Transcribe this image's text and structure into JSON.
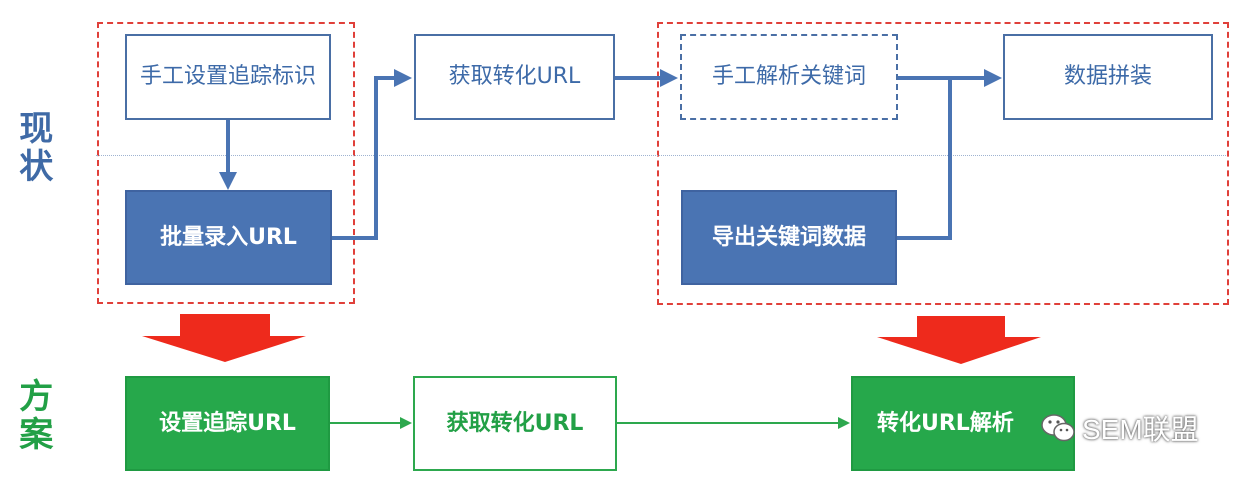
{
  "side_labels": {
    "current": "现状",
    "solution": "方案"
  },
  "current_row": {
    "manual_tracking": "手工设置追踪标识",
    "batch_import": "批量录入URL",
    "get_conversion_url": "获取转化URL",
    "manual_parse_keywords": "手工解析关键词",
    "data_assembly": "数据拼装",
    "export_keyword_data": "导出关键词数据"
  },
  "solution_row": {
    "set_tracking_url": "设置追踪URL",
    "get_conversion_url": "获取转化URL",
    "conversion_url_parse": "转化URL解析"
  },
  "watermark": {
    "text": "SEM联盟",
    "icon": "wechat-icon"
  },
  "colors": {
    "blue_dark": "#4a74b3",
    "blue_line": "#4a6fa5",
    "green": "#26a84b",
    "red_dashed": "#e0403a",
    "red_arrow": "#ee2a1c"
  }
}
